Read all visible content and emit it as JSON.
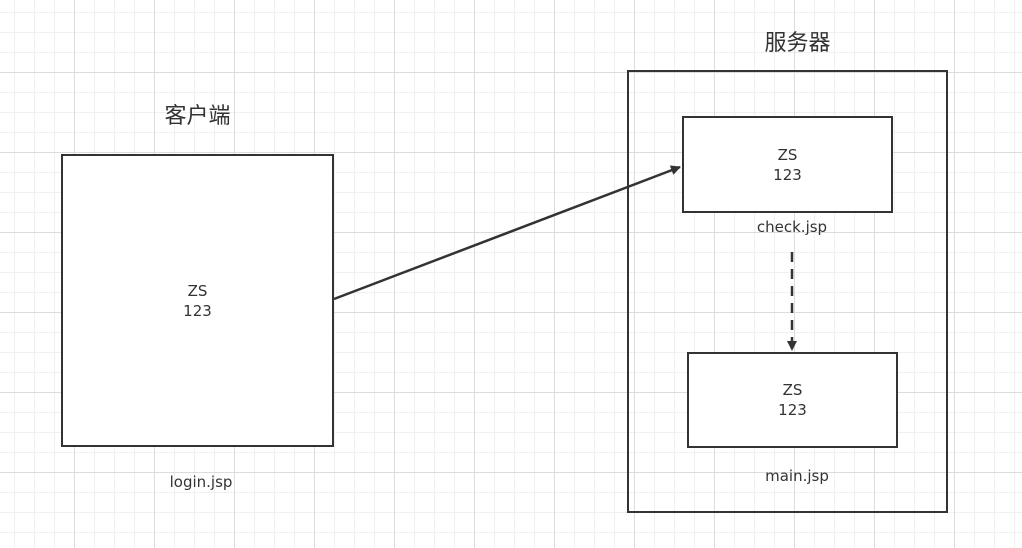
{
  "client": {
    "title": "客户端",
    "box_line1": "ZS",
    "box_line2": "123",
    "file_label": "login.jsp"
  },
  "server": {
    "title": "服务器",
    "check": {
      "line1": "ZS",
      "line2": "123",
      "file_label": "check.jsp"
    },
    "main": {
      "line1": "ZS",
      "line2": "123",
      "file_label": "main.jsp"
    }
  },
  "colors": {
    "stroke": "#333333",
    "grid_major": "#dcdcdc",
    "grid_minor": "#f0f0f0",
    "background": "#ffffff"
  }
}
